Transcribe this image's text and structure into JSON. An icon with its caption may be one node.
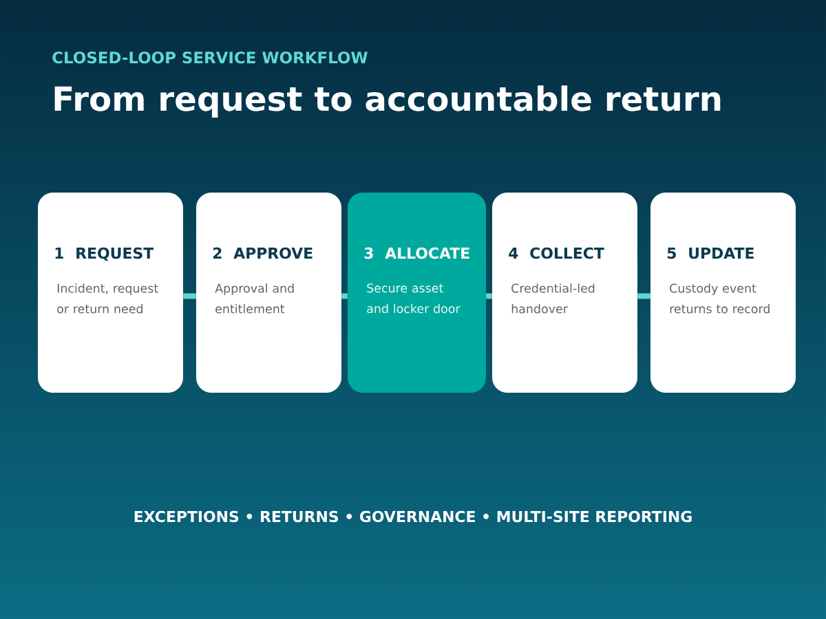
{
  "diagram": {
    "title": "From request to accountable return",
    "caption": "EXCEPTIONS • RETURNS • GOVERNANCE • MULTI-SITE REPORTING",
    "nodes": [
      {
        "text": [
          "1",
          "REQUEST",
          "Incident, request or return need"
        ]
      },
      {
        "text": [
          "2",
          "APPROVE",
          "Approval and entitlement"
        ]
      },
      {
        "text": [
          "3",
          "ALLOCATE",
          "Secure asset and locker door"
        ]
      },
      {
        "text": [
          "4",
          "COLLECT",
          "Credential-led handover"
        ]
      },
      {
        "text": [
          "5",
          "UPDATE",
          "Custody event returns to record"
        ]
      }
    ],
    "edges": [
      {
        "from": 0,
        "to": 1,
        "arrow": "none"
      },
      {
        "from": 1,
        "to": 2,
        "arrow": "none"
      },
      {
        "from": 2,
        "to": 3,
        "arrow": "none"
      },
      {
        "from": 3,
        "to": 4,
        "arrow": "none"
      }
    ],
    "labels": [
      "CLOSED-LOOP SERVICE WORKFLOW"
    ]
  }
}
